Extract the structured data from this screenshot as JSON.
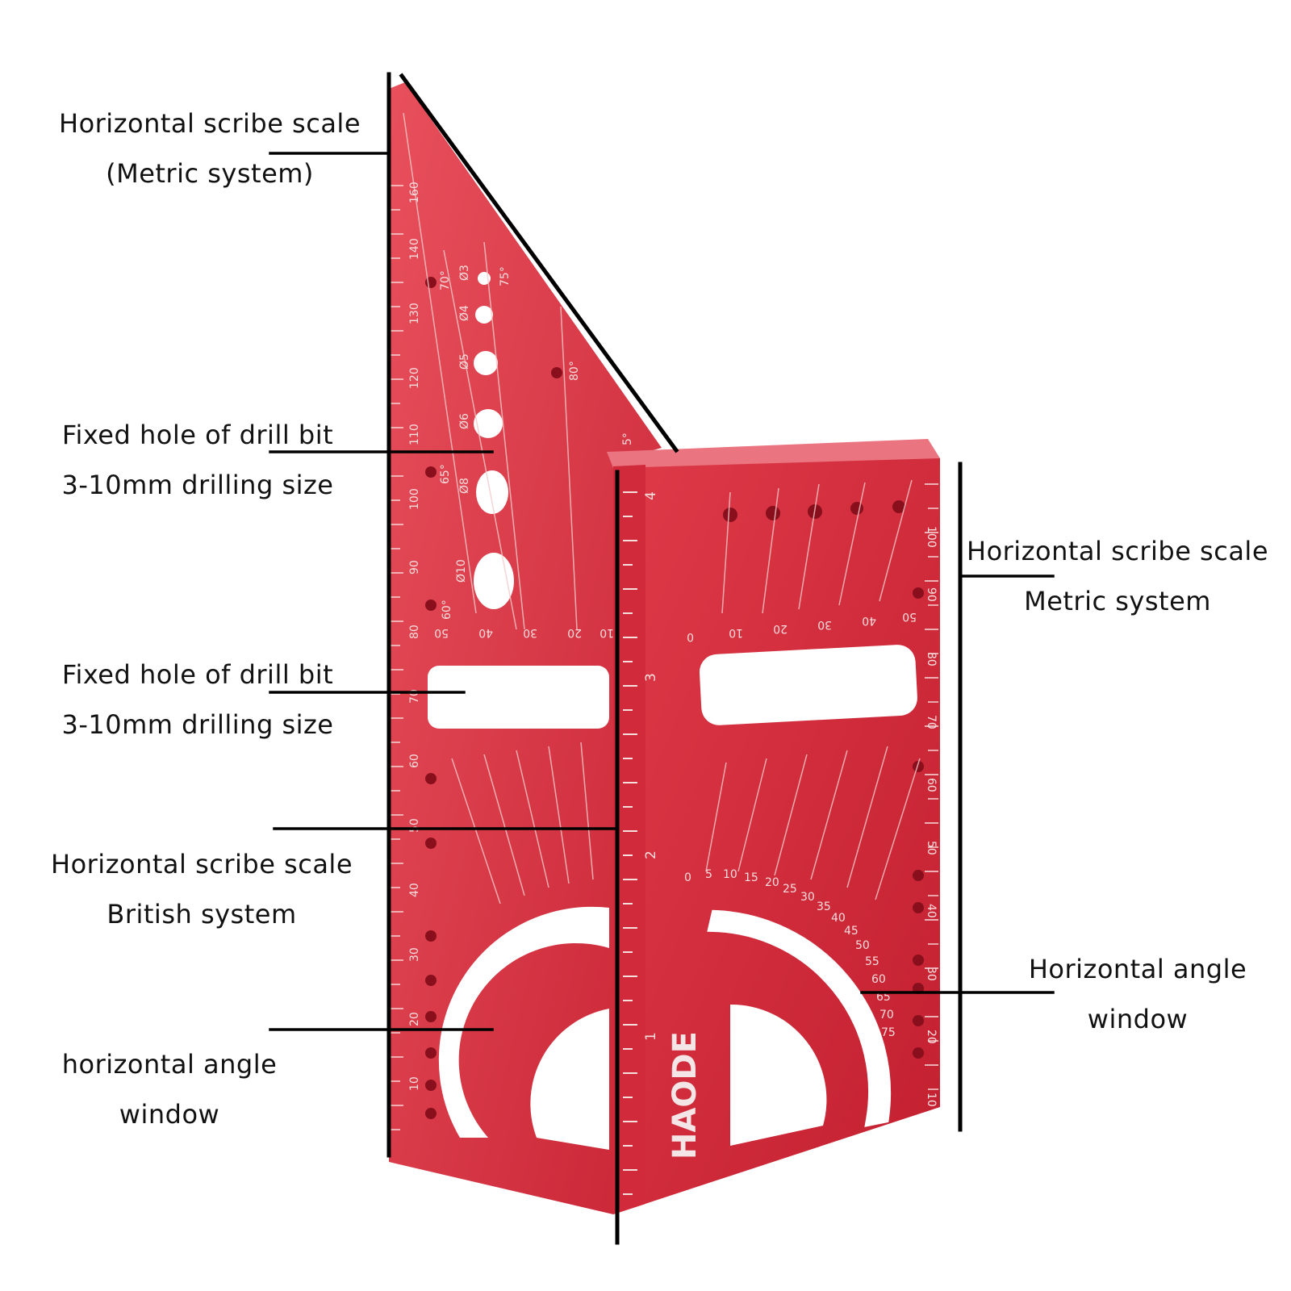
{
  "callouts": [
    {
      "line1": "Horizontal scribe scale",
      "line2": "(Metric system)"
    },
    {
      "line1": "Fixed hole of drill bit",
      "line2": "3-10mm drilling size"
    },
    {
      "line1": "Fixed hole of drill bit",
      "line2": "3-10mm drilling size"
    },
    {
      "line1": "Horizontal scribe scale",
      "line2": "British system"
    },
    {
      "line1": "horizontal angle",
      "line2": "window"
    },
    {
      "line1": "Horizontal scribe scale",
      "line2": "Metric system"
    },
    {
      "line1": "Horizontal angle",
      "line2": "window"
    }
  ],
  "tool": {
    "brand": "HAODE",
    "color": "#d5303f",
    "drill_holes": [
      "Ø3",
      "Ø4",
      "Ø5",
      "Ø6",
      "Ø8",
      "Ø10"
    ],
    "left_ruler_numbers": [
      "160",
      "140",
      "130",
      "120",
      "110",
      "100",
      "90",
      "80",
      "70",
      "60",
      "50",
      "40",
      "30",
      "20",
      "10"
    ],
    "angle_labels": [
      "70°",
      "75°",
      "80°",
      "65°",
      "60°",
      "5°"
    ],
    "slot_scale_left": [
      "50",
      "40",
      "30",
      "20",
      "10"
    ],
    "slot_scale_right": [
      "0",
      "10",
      "20",
      "30",
      "40",
      "50"
    ],
    "center_ruler_numbers": [
      "4",
      "3",
      "2",
      "1"
    ],
    "right_ruler_numbers": [
      "100",
      "90",
      "80",
      "70",
      "60",
      "50",
      "40",
      "30",
      "20",
      "10"
    ],
    "protractor_labels": [
      "0",
      "5",
      "10",
      "15",
      "20",
      "25",
      "30",
      "35",
      "40",
      "45",
      "50",
      "55",
      "60",
      "65",
      "70",
      "75"
    ]
  }
}
